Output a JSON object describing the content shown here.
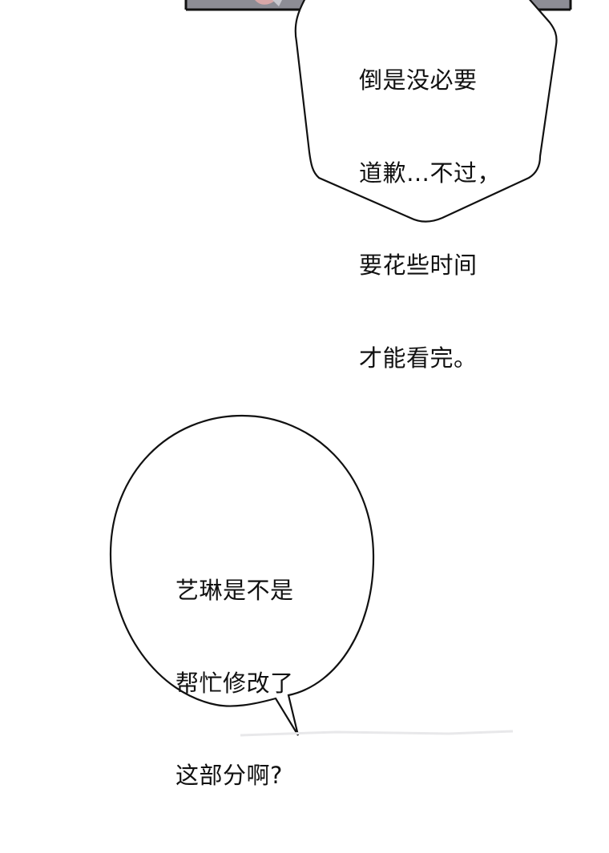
{
  "panels": {
    "top_bubble": {
      "lines": [
        "倒是没必要",
        "道歉…不过，",
        "要花些时间",
        "才能看完。"
      ]
    },
    "bottom_bubble": {
      "lines": [
        "艺琳是不是",
        "帮忙修改了",
        "这部分啊?"
      ]
    }
  },
  "colors": {
    "background": "#ffffff",
    "ink": "#111111",
    "panel_fill": "#8d8d95"
  }
}
